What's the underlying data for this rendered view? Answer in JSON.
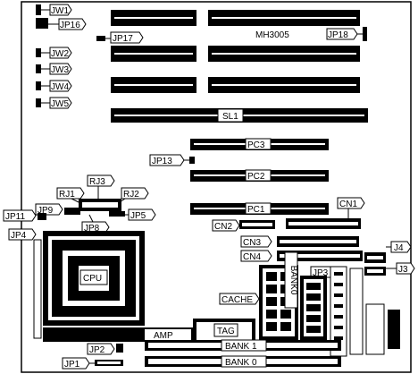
{
  "board": {
    "model": "MH3005"
  },
  "labels": {
    "jw1": "JW1",
    "jp16": "JP16",
    "jw2": "JW2",
    "jw3": "JW3",
    "jw4": "JW4",
    "jw5": "JW5",
    "jp17": "JP17",
    "jp18": "JP18",
    "sl1": "SL1",
    "pc3": "PC3",
    "pc2": "PC2",
    "pc1": "PC1",
    "jp13": "JP13",
    "rj3": "RJ3",
    "rj1": "RJ1",
    "rj2": "RJ2",
    "jp9": "JP9",
    "jp5": "JP5",
    "jp8": "JP8",
    "jp11": "JP11",
    "jp4": "JP4",
    "cpu": "CPU",
    "amp": "AMP",
    "cn1": "CN1",
    "cn2": "CN2",
    "cn3": "CN3",
    "cn4": "CN4",
    "j4": "J4",
    "j3": "J3",
    "jp3": "JP3",
    "cache": "CACHE",
    "bank0_vertical": "BANK0",
    "tag": "TAG",
    "bank1": "BANK 1",
    "bank0": "BANK 0",
    "jp2": "JP2",
    "jp1": "JP1"
  }
}
